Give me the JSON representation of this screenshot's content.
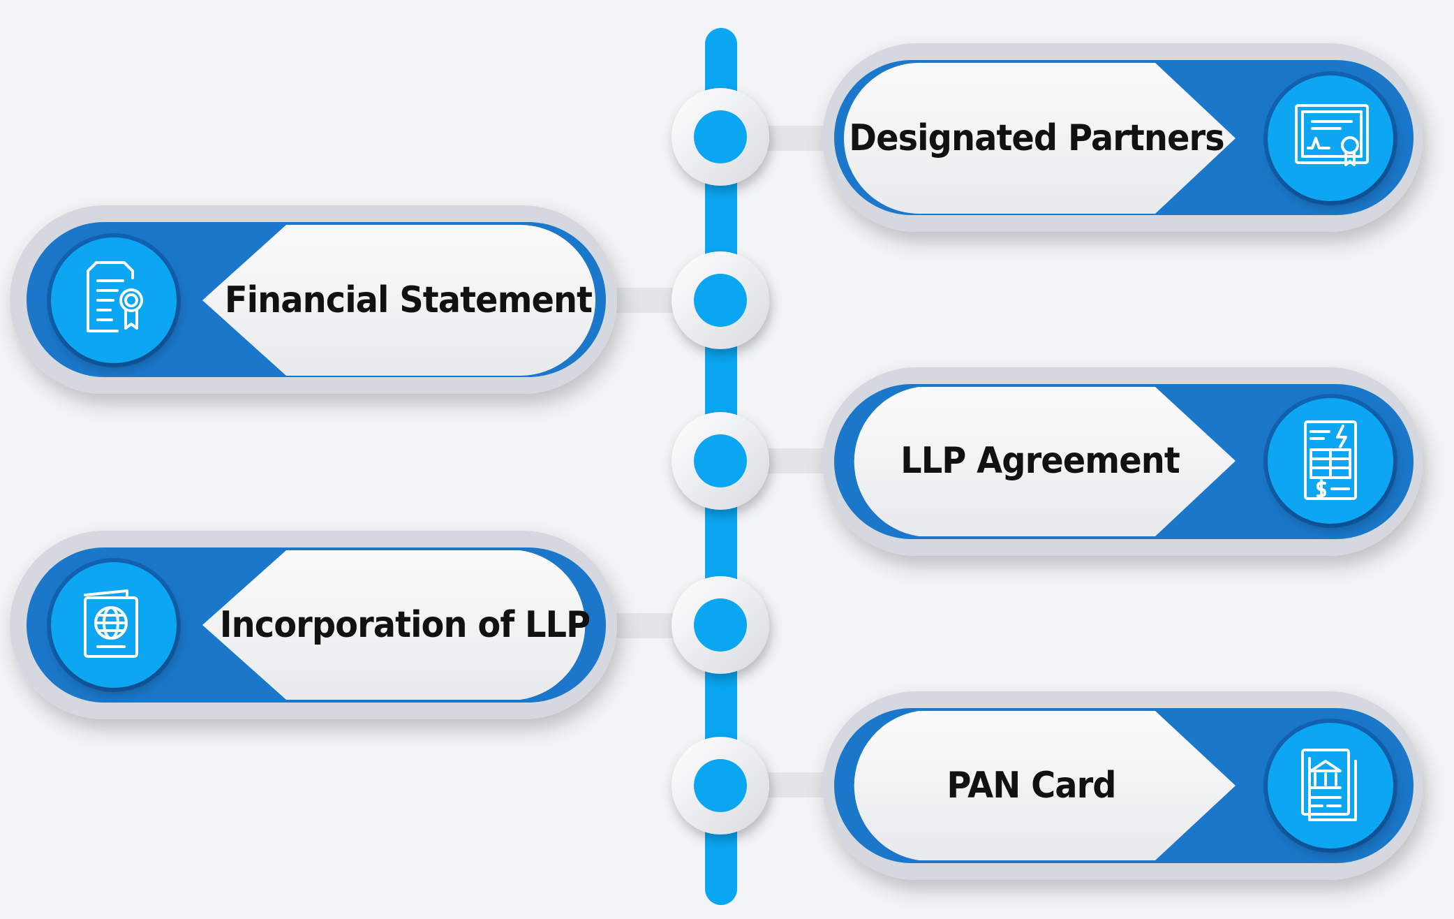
{
  "diagram": {
    "colors": {
      "timeline": "#0aa6f2",
      "band": "#1a77c9",
      "icon_disc": "#0aa6f2",
      "pill_body": "#f4f4f4",
      "halo": "#c8ccd4",
      "label_text": "#111111"
    },
    "items": [
      {
        "label": "Designated Partners",
        "icon": "certificate-icon"
      },
      {
        "label": "Financial Statement",
        "icon": "document-seal-icon"
      },
      {
        "label": "LLP Agreement",
        "icon": "invoice-icon"
      },
      {
        "label": "Incorporation of LLP",
        "icon": "passport-icon"
      },
      {
        "label": "PAN Card",
        "icon": "bank-document-icon"
      }
    ]
  }
}
